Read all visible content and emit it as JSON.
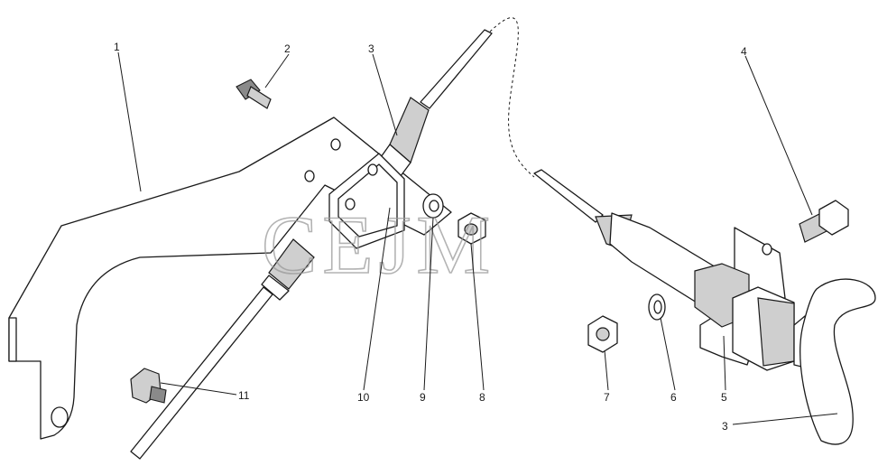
{
  "watermark": "СЕЈМ",
  "callouts": {
    "c1": "1",
    "c2": "2",
    "c3a": "3",
    "c4": "4",
    "c10": "10",
    "c9": "9",
    "c8": "8",
    "c11": "11",
    "c7": "7",
    "c6": "6",
    "c5": "5",
    "c3b": "3"
  },
  "parts": [
    {
      "id": "bracket",
      "callout": "1"
    },
    {
      "id": "bolt",
      "callout": "2"
    },
    {
      "id": "cable-assembly",
      "callout": "3"
    },
    {
      "id": "bolt",
      "callout": "4"
    },
    {
      "id": "handle-bracket",
      "callout": "5"
    },
    {
      "id": "lock-washer",
      "callout": "6"
    },
    {
      "id": "nut",
      "callout": "7"
    },
    {
      "id": "nut",
      "callout": "8"
    },
    {
      "id": "lock-washer",
      "callout": "9"
    },
    {
      "id": "clamp",
      "callout": "10"
    },
    {
      "id": "bolt",
      "callout": "11"
    }
  ]
}
